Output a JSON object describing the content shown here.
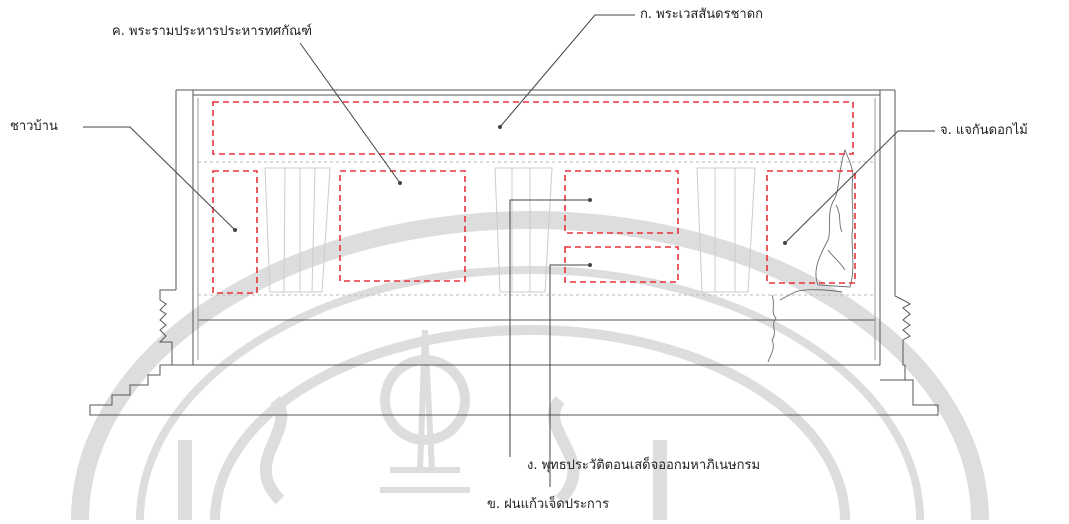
{
  "annotations": {
    "label_a": "ก. พระเวสสันดรชาดก",
    "label_b": "ข. ฝนแก้วเจ็ดประการ",
    "label_c": "ค. พระรามประหารประหารทศกัณฑ์",
    "label_d": "ง. พุทธประวัติตอนเสด็จออกมหาภิเนษกรม",
    "label_e": "จ. แจกันดอกไม้",
    "label_villagers": "ชาวบ้าน"
  },
  "colors": {
    "line": "#555555",
    "dash": "#e8323a",
    "watermark": "#d9d9d9",
    "text": "#222222"
  }
}
